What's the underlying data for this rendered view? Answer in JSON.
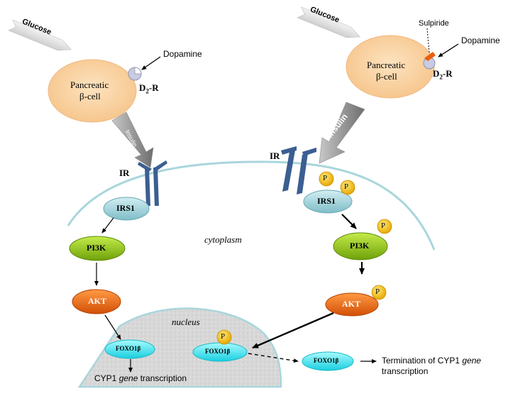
{
  "left": {
    "glucose": "Glucose",
    "cell_line1": "Pancreatic",
    "cell_line2": "β-cell",
    "dopamine": "Dopamine",
    "d2r_main": "D",
    "d2r_sub": "2",
    "d2r_tail": "-R",
    "insulin": "Insulin",
    "ir": "IR",
    "irs1": "IRS1",
    "pi3k": "PI3K",
    "akt": "AKT",
    "foxo": "FOXO1β",
    "transcription_prefix": "CYP1 ",
    "transcription_gene": "gene",
    "transcription_suffix": " transcription"
  },
  "right": {
    "glucose": "Glucose",
    "sulpiride": "Sulpiride",
    "dopamine": "Dopamine",
    "cell_line1": "Pancreatic",
    "cell_line2": "β-cell",
    "d2r_main": "D",
    "d2r_sub": "2",
    "d2r_tail": "-R",
    "insulin": "Insulin",
    "ir": "IR",
    "irs1": "IRS1",
    "pi3k": "PI3K",
    "akt": "AKT",
    "foxo_nucleus": "FOXO1β",
    "foxo_out": "FOXO1β",
    "termination_line1_prefix": "Termination of CYP1 ",
    "termination_gene": "gene",
    "termination_line2": "transcription"
  },
  "cytoplasm": "cytoplasm",
  "nucleus": "nucleus",
  "phospho": "P",
  "colors": {
    "cell": "#f9cf9c",
    "receptor": "#3b5f92",
    "irs1": "#9fd4dc",
    "pi3k": "#8cc21a",
    "akt": "#e9600d",
    "foxo": "#2fe2ef",
    "phospho": "#f5c300",
    "membrane": "#9fcfd6",
    "nucleus_fill": "#dcdcdc"
  }
}
